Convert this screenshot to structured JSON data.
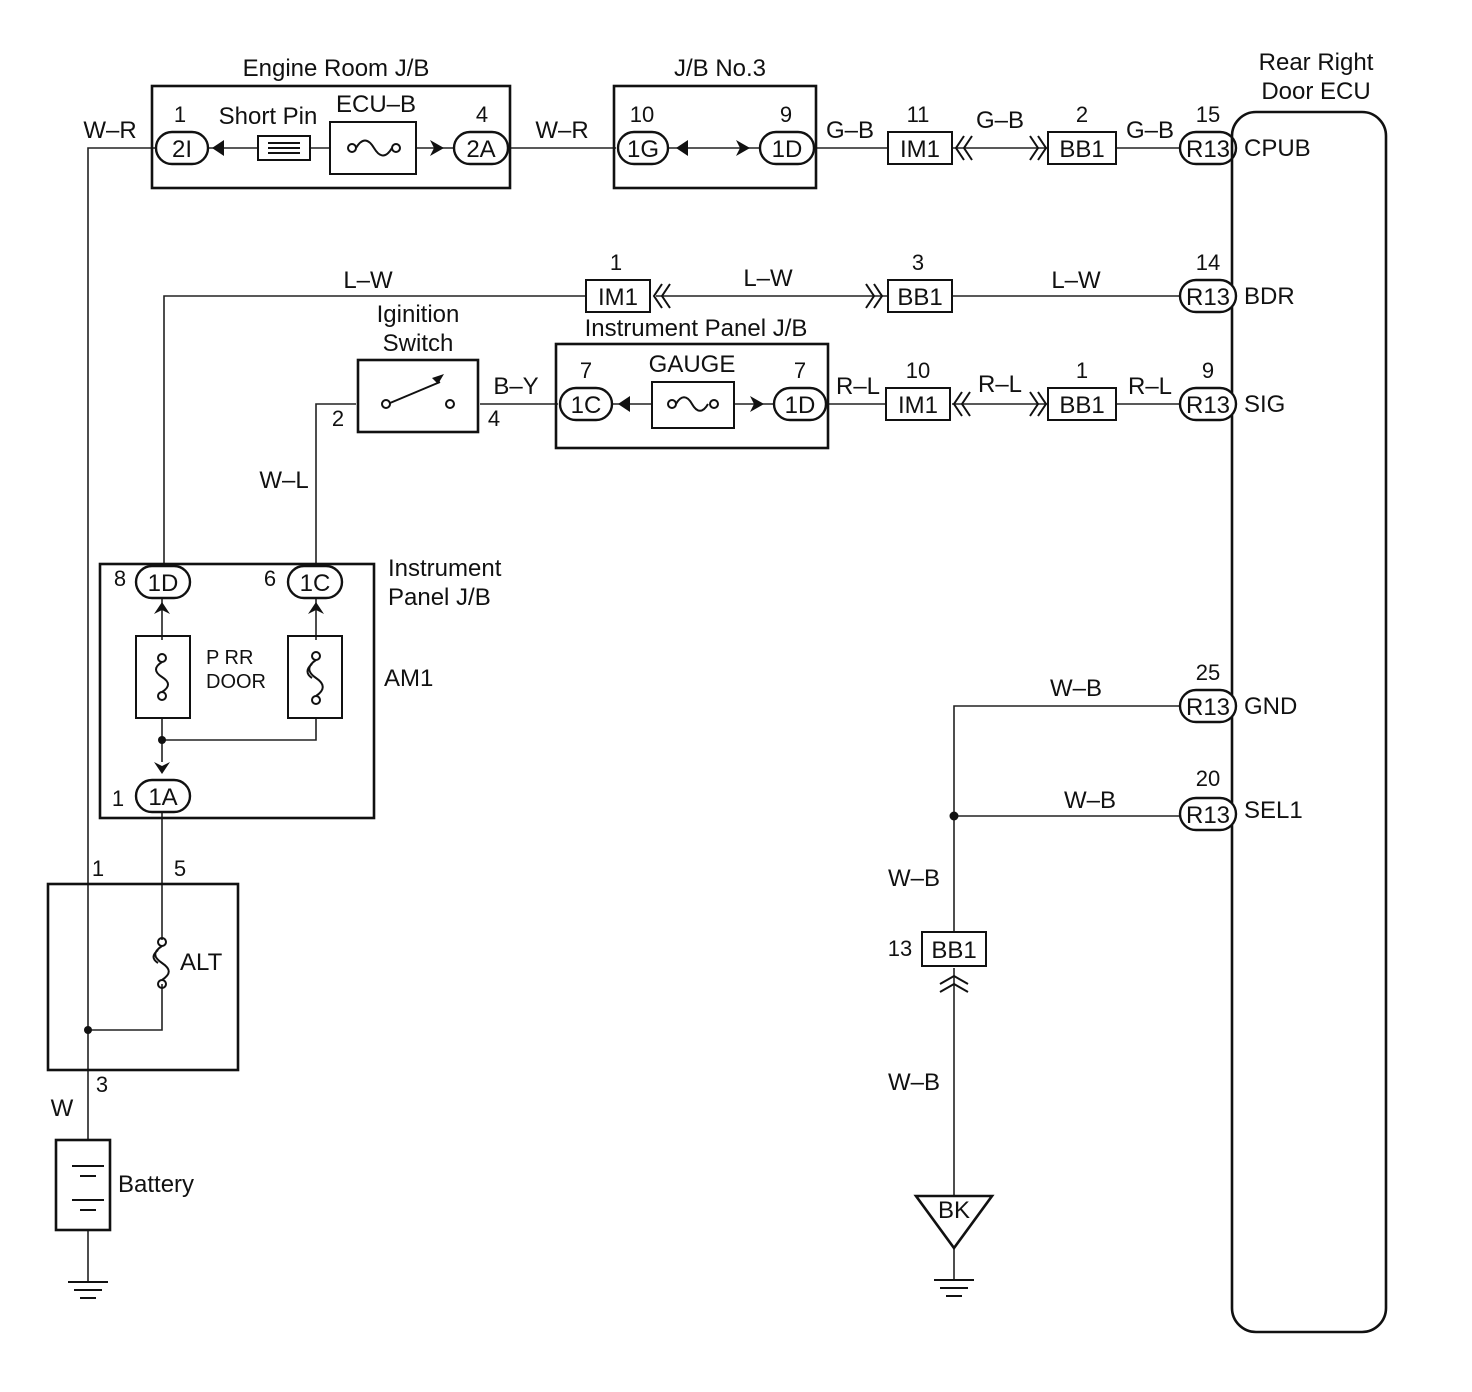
{
  "blocks": {
    "engine_room_jb": "Engine Room J/B",
    "jb_no3": "J/B No.3",
    "ecu": "Rear Right\nDoor ECU",
    "ignition_switch": "Iginition\nSwitch",
    "instrument_panel_jb_top": "Instrument Panel J/B",
    "instrument_panel_jb_left": "Instrument\nPanel J/B",
    "battery": "Battery"
  },
  "components": {
    "short_pin": "Short Pin",
    "ecu_b": "ECU–B",
    "gauge": "GAUGE",
    "p_rr_door": "P RR\nDOOR",
    "am1": "AM1",
    "alt": "ALT"
  },
  "connectors": {
    "c_2i": "2I",
    "c_2a": "2A",
    "c_1g": "1G",
    "c_1d_jb3": "1D",
    "im1_top": "IM1",
    "bb1_top": "BB1",
    "r13_cpub": "R13",
    "im1_bdr": "IM1",
    "bb1_bdr": "BB1",
    "r13_bdr": "R13",
    "c_1c_gauge": "1C",
    "c_1d_gauge": "1D",
    "im1_sig": "IM1",
    "bb1_sig": "BB1",
    "r13_sig": "R13",
    "c_1d_left": "1D",
    "c_1c_left": "1C",
    "c_1a": "1A",
    "r13_gnd": "R13",
    "r13_sel1": "R13",
    "bb1_ground": "BB1",
    "bk": "BK"
  },
  "pins": {
    "p_2i": "1",
    "p_2a": "4",
    "p_1g": "10",
    "p_1d_jb3": "9",
    "p_im1_top": "11",
    "p_bb1_top": "2",
    "p_cpub": "15",
    "p_im1_bdr": "1",
    "p_bb1_bdr": "3",
    "p_bdr": "14",
    "p_ig_2": "2",
    "p_ig_4": "4",
    "p_gauge_in": "7",
    "p_gauge_out": "7",
    "p_im1_sig": "10",
    "p_bb1_sig": "1",
    "p_sig": "9",
    "p_1d_left": "8",
    "p_1c_left": "6",
    "p_1a": "1",
    "p_gnd": "25",
    "p_sel1": "20",
    "p_bb1_ground": "13",
    "p_alt_1": "1",
    "p_alt_5": "5",
    "p_alt_3": "3"
  },
  "ecu_terminals": {
    "cpub": "CPUB",
    "bdr": "BDR",
    "sig": "SIG",
    "gnd": "GND",
    "sel1": "SEL1"
  },
  "wire_colors": {
    "w1": "W–R",
    "w2": "W–R",
    "w3": "G–B",
    "w4": "G–B",
    "w5": "G–B",
    "w6": "L–W",
    "w7": "L–W",
    "w8": "L–W",
    "w9": "B–Y",
    "w10": "R–L",
    "w11": "R–L",
    "w12": "R–L",
    "w13": "W–L",
    "w14": "W–B",
    "w15": "W–B",
    "w16": "W–B",
    "w17": "W–B",
    "w18": "W"
  }
}
